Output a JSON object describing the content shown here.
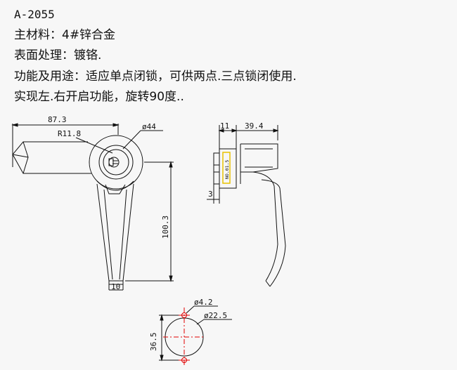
{
  "spec": {
    "model": "A-2055",
    "material": "主材料：4#锌合金",
    "surface": "表面处理：镀铬.",
    "function_line1": "功能及用途：适应单点闭锁，可供两点.三点锁闭使用.",
    "function_line2": "实现左.右开启功能，旋转90度.."
  },
  "drawing": {
    "front": {
      "dim_length": "87.3",
      "dim_radius": "R11.8",
      "dim_diameter": "ø44",
      "dim_height": "100.3",
      "dim_bottom": "10"
    },
    "side": {
      "dim_thickness": "11",
      "dim_depth": "39.4",
      "dim_plate": "3",
      "plate_label": "NO.01.5"
    },
    "cutout": {
      "dim_hole": "ø4.2",
      "dim_circle": "ø22.5",
      "dim_spacing": "36.5"
    },
    "colors": {
      "line": "#111111",
      "center": "#e00000",
      "accent": "#e8c200"
    }
  }
}
